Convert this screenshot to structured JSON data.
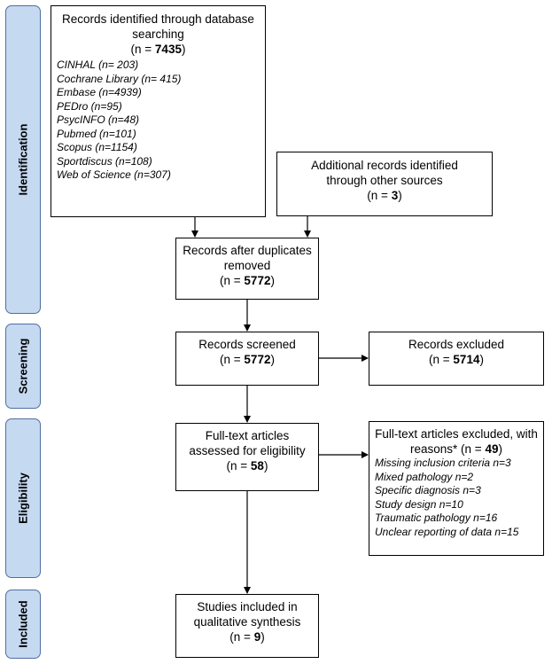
{
  "stages": {
    "identification": "Identification",
    "screening": "Screening",
    "eligibility": "Eligibility",
    "included": "Included"
  },
  "boxes": {
    "identified": {
      "title": "Records identified through database searching",
      "n_prefix": "(n = ",
      "n_value": "7435",
      "n_suffix": ")",
      "sources": [
        "CINHAL (n= 203)",
        "Cochrane Library (n= 415)",
        "Embase (n=4939)",
        "PEDro (n=95)",
        "PsycINFO (n=48)",
        "Pubmed (n=101)",
        "Scopus (n=1154)",
        "Sportdiscus (n=108)",
        "Web of Science (n=307)"
      ]
    },
    "additional": {
      "title": "Additional records identified through other sources",
      "n_prefix": "(n = ",
      "n_value": "3",
      "n_suffix": ")"
    },
    "deduplicated": {
      "title": "Records after duplicates removed",
      "n_prefix": "(n = ",
      "n_value": "5772",
      "n_suffix": ")"
    },
    "screened": {
      "title": "Records screened",
      "n_prefix": "(n = ",
      "n_value": "5772",
      "n_suffix": ")"
    },
    "excluded": {
      "title": "Records excluded",
      "n_prefix": "(n = ",
      "n_value": "5714",
      "n_suffix": ")"
    },
    "fulltext": {
      "title": "Full-text articles assessed for eligibility",
      "n_prefix": "(n = ",
      "n_value": "58",
      "n_suffix": ")"
    },
    "fulltext_excluded": {
      "title": "Full-text articles excluded, with reasons* (n = ",
      "n_value": "49",
      "n_suffix": ")",
      "reasons": [
        "Missing inclusion criteria n=3",
        "Mixed pathology n=2",
        "Specific diagnosis n=3",
        "Study design n=10",
        "Traumatic pathology n=16",
        "Unclear reporting of data n=15"
      ]
    },
    "included": {
      "title": "Studies included in qualitative synthesis",
      "n_prefix": "(n = ",
      "n_value": "9",
      "n_suffix": ")"
    }
  }
}
